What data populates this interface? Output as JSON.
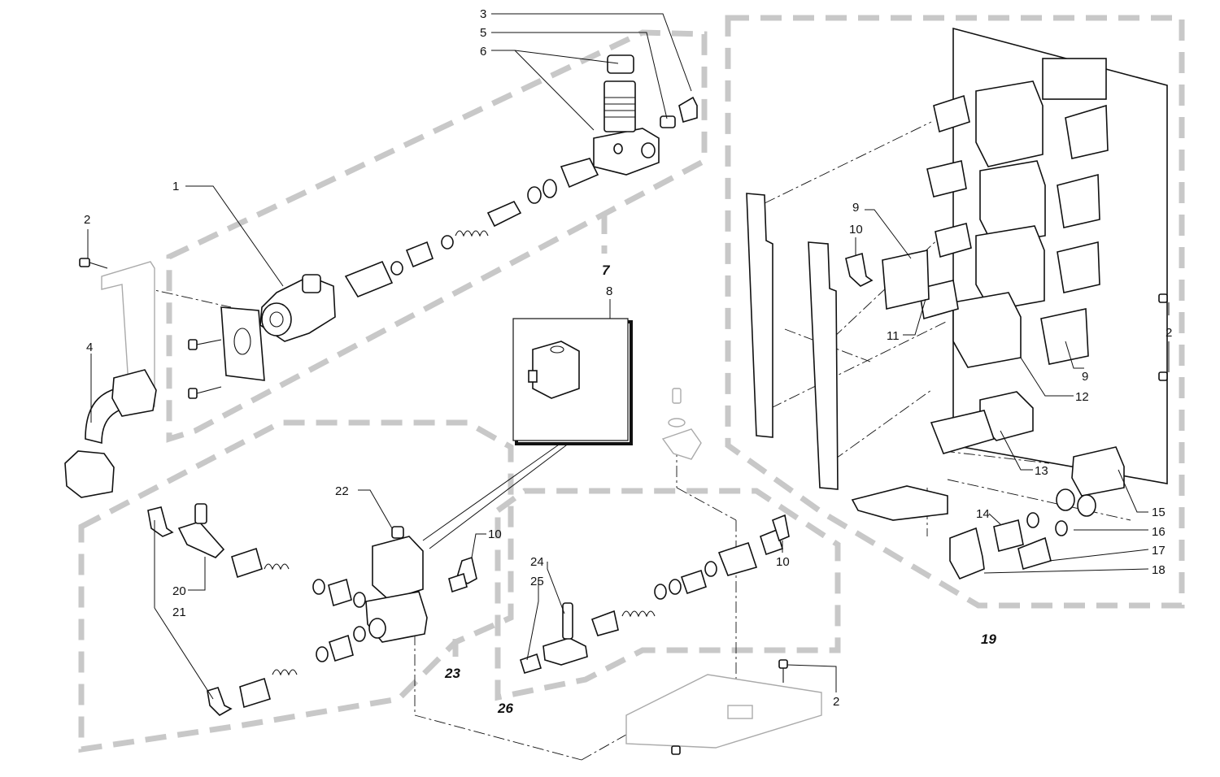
{
  "callouts": [
    "1",
    "2",
    "3",
    "4",
    "5",
    "6",
    "8",
    "9",
    "10",
    "11",
    "12",
    "13",
    "14",
    "15",
    "16",
    "17",
    "18",
    "20",
    "21",
    "22",
    "24",
    "25"
  ],
  "group_labels": [
    "7",
    "19",
    "23",
    "26"
  ]
}
